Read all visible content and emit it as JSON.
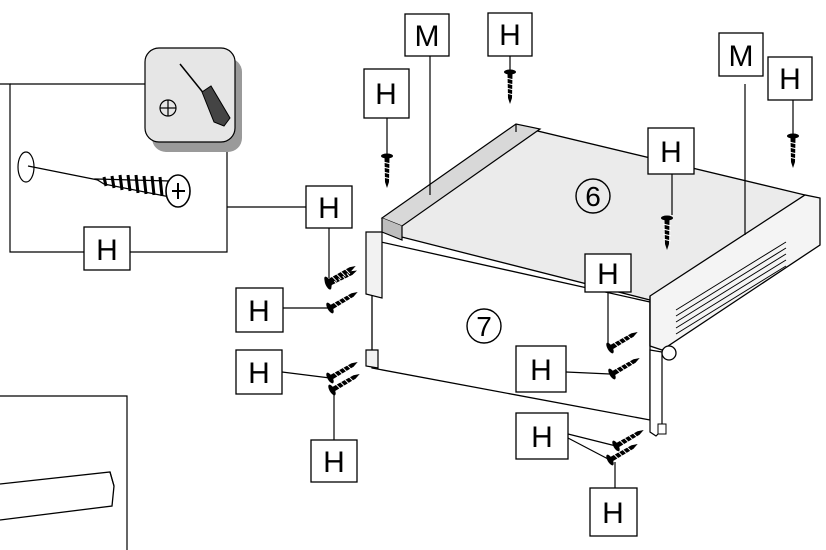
{
  "labels": {
    "screw": "H",
    "panel": "M"
  },
  "parts": {
    "top_panel": "6",
    "front_panel": "7"
  },
  "icons": {
    "tool": "screwdriver-icon",
    "hole": "drill-hole-icon",
    "fastener": "screw-icon"
  }
}
